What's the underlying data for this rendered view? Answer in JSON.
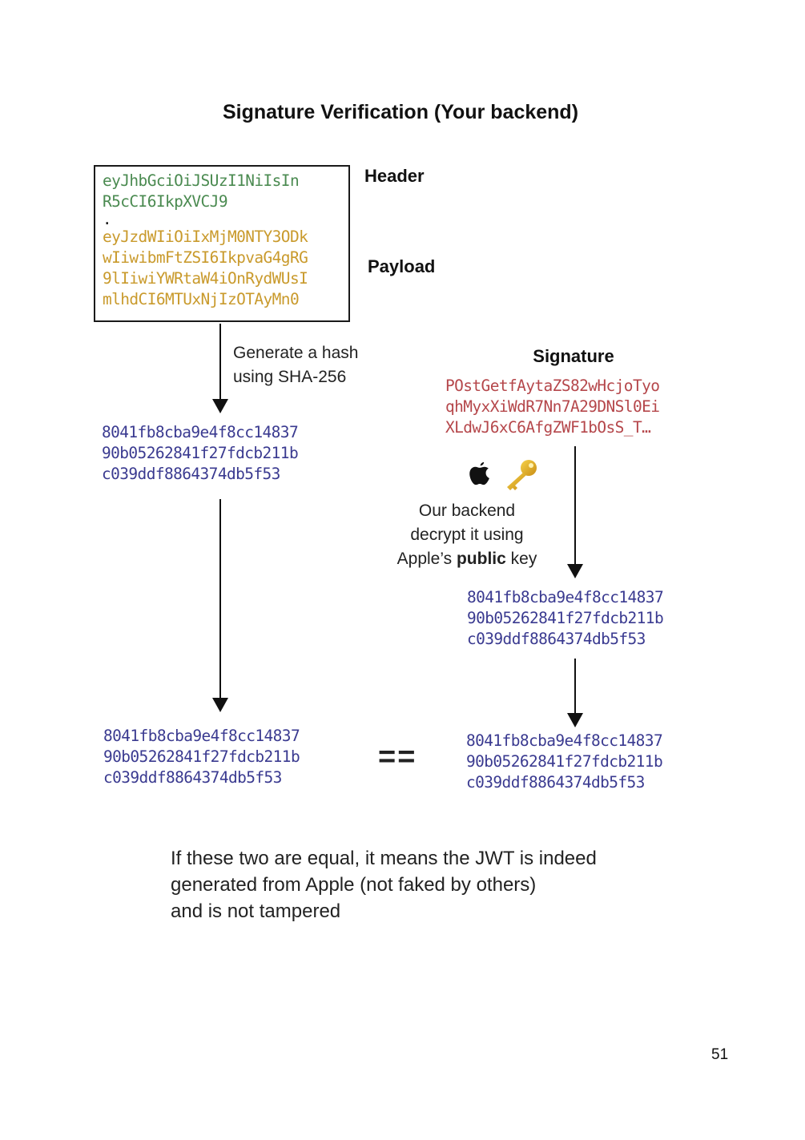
{
  "title": "Signature Verification (Your backend)",
  "jwt": {
    "header_lines": [
      "eyJhbGciOiJSUzI1NiIsIn",
      "R5cCI6IkpXVCJ9"
    ],
    "separator": ".",
    "payload_lines": [
      "eyJzdWIiOiIxMjM0NTY3ODk",
      "wIiwibmFtZSI6IkpvaG4gRG",
      "9lIiwiYWRtaW4iOnRydWUsI",
      "mlhdCI6MTUxNjIzOTAyMn0"
    ],
    "header_label": "Header",
    "payload_label": "Payload"
  },
  "left_flow": {
    "step_label_lines": [
      "Generate a hash",
      "using SHA-256"
    ],
    "hash_lines": [
      "8041fb8cba9e4f8cc14837",
      "90b05262841f27fdcb211b",
      "c039ddf8864374db5f53"
    ]
  },
  "right_flow": {
    "signature_label": "Signature",
    "signature_lines": [
      "POstGetfAytaZS82wHcjoTyo",
      "qhMyxXiWdR7Nn7A29DNSl0Ei",
      "XLdwJ6xC6AfgZWF1bOsS_T…"
    ],
    "icons": [
      "apple-logo-icon",
      "key-icon"
    ],
    "decrypt_line1": "Our backend",
    "decrypt_line2": "decrypt it using",
    "decrypt_line3_pre": "Apple’s ",
    "decrypt_line3_bold": "public",
    "decrypt_line3_post": " key",
    "hash_lines": [
      "8041fb8cba9e4f8cc14837",
      "90b05262841f27fdcb211b",
      "c039ddf8864374db5f53"
    ]
  },
  "comparison": {
    "left_hash_lines": [
      "8041fb8cba9e4f8cc14837",
      "90b05262841f27fdcb211b",
      "c039ddf8864374db5f53"
    ],
    "operator": "==",
    "right_hash_lines": [
      "8041fb8cba9e4f8cc14837",
      "90b05262841f27fdcb211b",
      "c039ddf8864374db5f53"
    ]
  },
  "conclusion_lines": [
    "If these two are equal, it means the JWT is indeed",
    "generated from Apple (not faked by others)",
    "and is not tampered"
  ],
  "page_number": "51",
  "colors": {
    "header_text": "#4a8a50",
    "payload_text": "#c99a2c",
    "signature_text": "#b5474b",
    "hash_text": "#3a3a90"
  }
}
